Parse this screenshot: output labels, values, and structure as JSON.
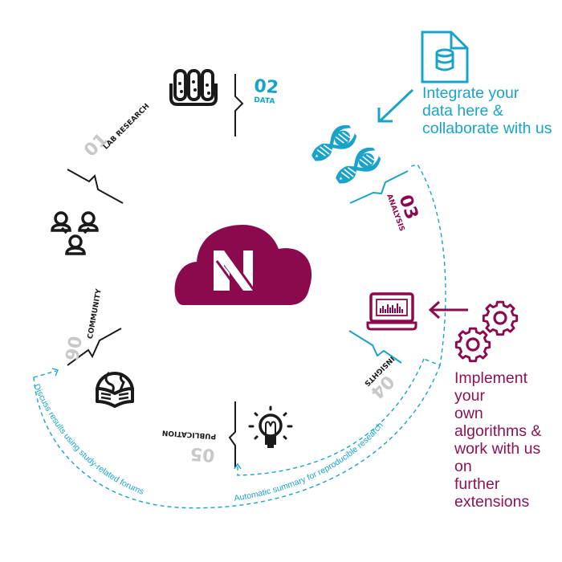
{
  "colors": {
    "cyan": "#1aa3c9",
    "plum": "#8b0a4e",
    "black": "#1a1a1a",
    "grey_number": "#c8c8c8"
  },
  "center_logo": {
    "letter": "N",
    "icon": "cloud-logo-icon"
  },
  "steps": [
    {
      "number": "01",
      "label": "LAB RESEARCH",
      "icon": "test-tubes-icon",
      "number_color": "grey"
    },
    {
      "number": "02",
      "label": "DATA",
      "icon": "dna-icon",
      "number_color": "cyan"
    },
    {
      "number": "03",
      "label": "ANALYSIS",
      "icon": "laptop-chart-icon",
      "number_color": "plum"
    },
    {
      "number": "04",
      "label": "INSIGHTS",
      "icon": "lightbulb-icon",
      "number_color": "grey"
    },
    {
      "number": "05",
      "label": "PUBLICATION",
      "icon": "globe-book-icon",
      "number_color": "grey"
    },
    {
      "number": "06",
      "label": "COMMUNITY",
      "icon": "people-network-icon",
      "number_color": "grey"
    }
  ],
  "callouts": {
    "integrate_data": {
      "text": "Integrate your data here & collaborate with us",
      "lines": [
        "Integrate your",
        "data here &",
        "collaborate with us"
      ],
      "icon": "database-file-icon"
    },
    "implement_algorithms": {
      "text": "Implement your own algorithms & work with us on further extensions",
      "lines": [
        "Implement your",
        "own",
        "algorithms &",
        "work with us on",
        "further",
        "extensions"
      ],
      "icon": "gears-icon"
    }
  },
  "arc_labels": {
    "automatic_summary": "Automatic summary for reproducible research",
    "discuss_results": "Discuss results using study-related forums"
  }
}
